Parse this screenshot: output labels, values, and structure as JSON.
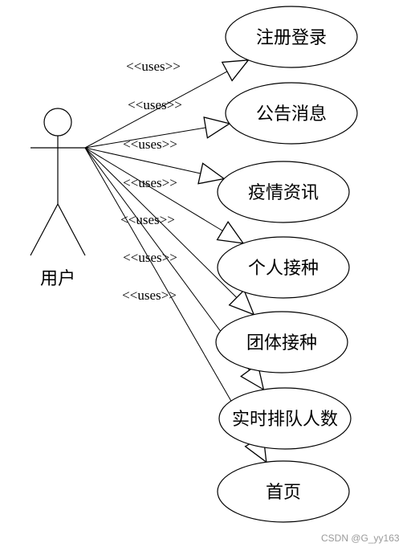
{
  "actor": {
    "label": "用户"
  },
  "relationship_label": "<<uses>>",
  "use_cases": [
    {
      "label": "注册登录"
    },
    {
      "label": "公告消息"
    },
    {
      "label": "疫情资讯"
    },
    {
      "label": "个人接种"
    },
    {
      "label": "团体接种"
    },
    {
      "label": "实时排队人数"
    },
    {
      "label": "首页"
    }
  ],
  "watermark": "CSDN @G_yy163"
}
